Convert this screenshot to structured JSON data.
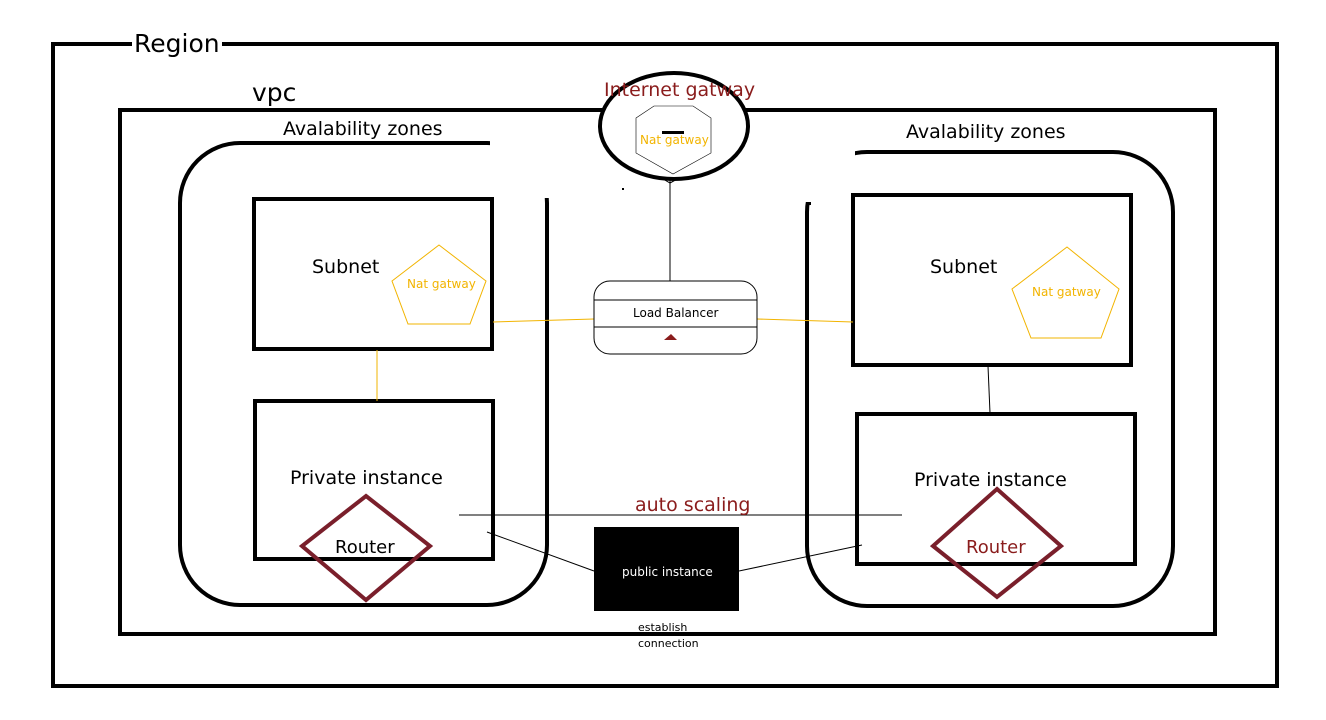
{
  "region": {
    "label": "Region"
  },
  "vpc": {
    "label": "vpc"
  },
  "internet_gateway": {
    "label": "Internet gatway",
    "nat_label": "Nat gatway"
  },
  "availability_zones": [
    {
      "label": "Avalability zones",
      "subnet": {
        "label": "Subnet",
        "nat_label": "Nat gatway"
      },
      "private_instance": {
        "label": "Private instance",
        "router_label": "Router"
      }
    },
    {
      "label": "Avalability zones",
      "subnet": {
        "label": "Subnet",
        "nat_label": "Nat gatway"
      },
      "private_instance": {
        "label": "Private instance",
        "router_label": "Router"
      }
    }
  ],
  "load_balancer": {
    "label": "Load Balancer"
  },
  "auto_scaling": {
    "label": "auto scaling"
  },
  "public_instance": {
    "label": "public instance",
    "note": "establish connection"
  },
  "colors": {
    "accent_red": "#8a1c1c",
    "nat_yellow": "#f2b400",
    "line_black": "#000000"
  }
}
